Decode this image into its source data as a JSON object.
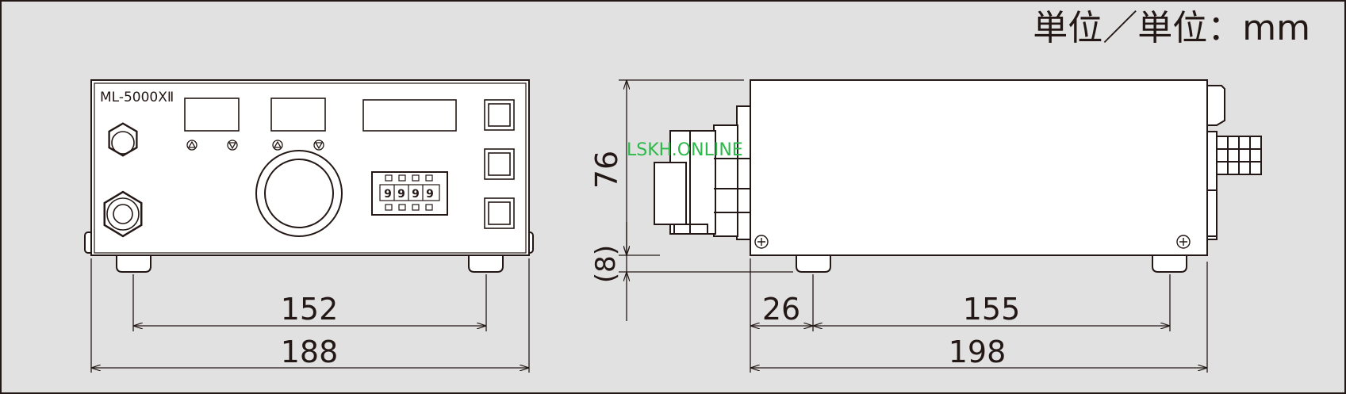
{
  "units_label": "単位／単位：mm",
  "model_label": "ML-5000XⅡ",
  "watermark": "LSKH.ONLINE",
  "digit_display": [
    "9",
    "9",
    "9",
    "9"
  ],
  "dimensions": {
    "front_inner_width": "152",
    "front_total_width": "188",
    "side_height": "76",
    "side_foot": "(8)",
    "side_connector_depth": "26",
    "side_inner_depth": "155",
    "side_total_depth": "198"
  },
  "colors": {
    "background": "#e0e1e0",
    "line": "#231815",
    "panel": "#ffffff",
    "watermark": "#2db84a"
  }
}
